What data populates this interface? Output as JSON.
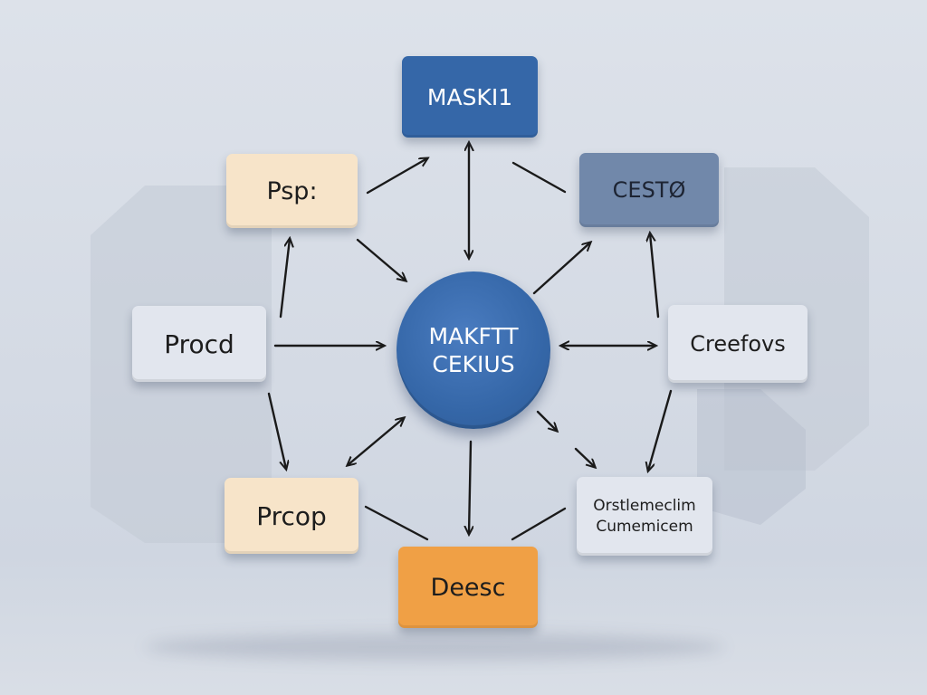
{
  "colors": {
    "blue": "#3567a8",
    "slate": "#7188aa",
    "peach": "#f7e4c9",
    "grey": "#e2e6ee",
    "orange": "#f0a045",
    "arrow": "#1a1a1a"
  },
  "diagram": {
    "hub": {
      "line1": "MAKFTT",
      "line2": "CEKIUS"
    },
    "nodes": {
      "top": {
        "label": "MASKI1"
      },
      "top_left": {
        "label": "Psp:"
      },
      "top_right": {
        "label": "CESTØ"
      },
      "left": {
        "label": "Procd"
      },
      "right": {
        "label": "Creefovs"
      },
      "bottom_left": {
        "label": "Prcop"
      },
      "bottom_right": {
        "line1": "Orstlemeclim",
        "line2": "Cumemicem"
      },
      "bottom": {
        "label": "Deesc"
      }
    }
  }
}
